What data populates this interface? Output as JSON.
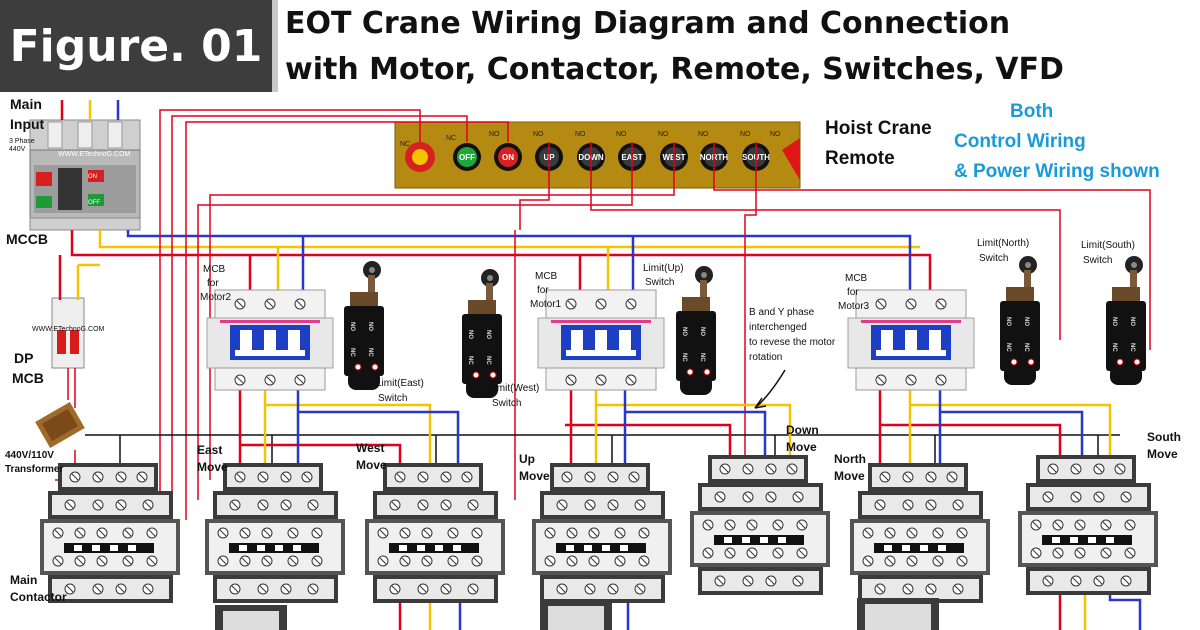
{
  "figure_label": "Figure. 01",
  "title": {
    "line1": "EOT Crane Wiring Diagram and Connection",
    "line2": "with Motor, Contactor, Remote, Switches, VFD"
  },
  "note": {
    "line1": "Both",
    "line2": "Control Wiring",
    "line3": "& Power Wiring shown"
  },
  "remote": {
    "label_line1": "Hoist  Crane",
    "label_line2": "Remote",
    "buttons": [
      "OFF",
      "ON",
      "UP",
      "DOWN",
      "EAST",
      "WEST",
      "NORTH",
      "SOUTH"
    ],
    "contact_labels": [
      "NC",
      "NC",
      "NO",
      "NO",
      "NO",
      "NO",
      "NO",
      "NO",
      "NO",
      "NO"
    ]
  },
  "labels": {
    "main_input_1": "Main",
    "main_input_2": "Input",
    "phase": "3 Phase",
    "voltage": "440V",
    "watermark1": "WWW.ETechnoG.COM",
    "watermark2": "WWW.ETechnoG.COM",
    "mccb": "MCCB",
    "dp_mcb_1": "DP",
    "dp_mcb_2": "MCB",
    "transformer_1": "440V/110V",
    "transformer_2": "Transformer",
    "main_contactor_1": "Main",
    "main_contactor_2": "Contactor",
    "mcb_m2_1": "MCB",
    "mcb_m2_2": "for",
    "mcb_m2_3": "Motor2",
    "mcb_m1_1": "MCB",
    "mcb_m1_2": "for",
    "mcb_m1_3": "Motor1",
    "mcb_m3_1": "MCB",
    "mcb_m3_2": "for",
    "mcb_m3_3": "Motor3",
    "limit_east_1": "Limit(East)",
    "limit_east_2": "Switch",
    "limit_west_1": "Limit(West)",
    "limit_west_2": "Switch",
    "limit_up_1": "Limit(Up)",
    "limit_up_2": "Switch",
    "limit_north_1": "Limit(North)",
    "limit_north_2": "Switch",
    "limit_south_1": "Limit(South)",
    "limit_south_2": "Switch",
    "phase_note_1": "B and Y phase",
    "phase_note_2": "interchenged",
    "phase_note_3": "to revese the motor",
    "phase_note_4": "rotation",
    "east_move_1": "East",
    "east_move_2": "Move",
    "west_move_1": "West",
    "west_move_2": "Move",
    "up_move_1": "Up",
    "up_move_2": "Move",
    "down_move_1": "Down",
    "down_move_2": "Move",
    "north_move_1": "North",
    "north_move_2": "Move",
    "south_move_1": "South",
    "south_move_2": "Move",
    "switch_no": "NO",
    "switch_nc": "NC",
    "mccb_off": "OFF",
    "mccb_on": "ON"
  },
  "colors": {
    "red_phase": "#e0001b",
    "yellow_phase": "#f5c400",
    "blue_phase": "#2a35c9",
    "neutral": "#111111",
    "remote_body": "#b58a12",
    "note_text": "#1a9bd7"
  }
}
